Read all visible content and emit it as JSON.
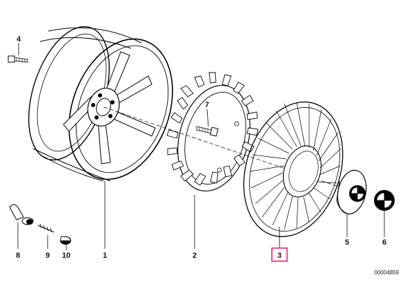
{
  "parts": [
    {
      "id": "p1",
      "number": "1",
      "name": "rim"
    },
    {
      "id": "p2",
      "number": "2",
      "name": "fan-ring"
    },
    {
      "id": "p3",
      "number": "3",
      "name": "turbine-cover",
      "highlighted": true
    },
    {
      "id": "p4",
      "number": "4",
      "name": "bolt"
    },
    {
      "id": "p5",
      "number": "5",
      "name": "hub-cap"
    },
    {
      "id": "p6",
      "number": "6",
      "name": "emblem"
    },
    {
      "id": "p7",
      "number": "7",
      "name": "screw"
    },
    {
      "id": "p8",
      "number": "8",
      "name": "valve"
    },
    {
      "id": "p9",
      "number": "9",
      "name": "valve-insert"
    },
    {
      "id": "p10",
      "number": "10",
      "name": "valve-cap"
    }
  ],
  "doc_number": "00004859",
  "highlight_color": "#e0157a",
  "line_color": "#000000"
}
